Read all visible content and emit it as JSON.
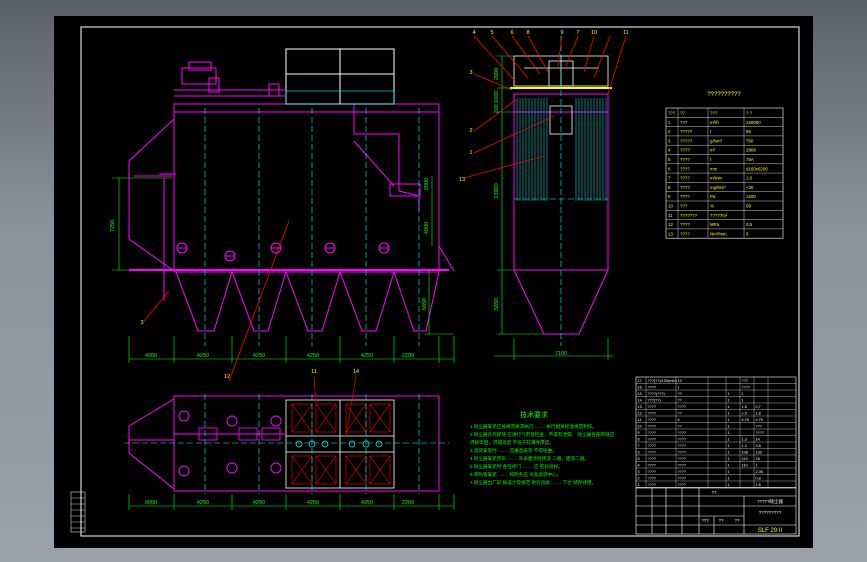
{
  "drawing": {
    "parameter_table_title": "??????????",
    "parameter_table": [
      [
        "???",
        "??",
        "???",
        "?  ?"
      ],
      [
        "1",
        "???",
        "m³/h",
        "150000"
      ],
      [
        "2",
        "?????",
        "t",
        "95"
      ],
      [
        "3",
        "?????",
        "g/Nm³",
        "750"
      ],
      [
        "4",
        "????",
        "m²",
        "2908"
      ],
      [
        "5",
        "????",
        "t",
        "78A"
      ],
      [
        "6",
        "????",
        "mm",
        "d160x6200"
      ],
      [
        "7",
        "????",
        "m/min",
        "1.0"
      ],
      [
        "8",
        "????",
        "mg/Nm³",
        "<30"
      ],
      [
        "9",
        "????",
        "Pa",
        "1500"
      ],
      [
        "10",
        "???",
        "%",
        "99"
      ],
      [
        "11",
        "???????",
        "?????m²",
        ""
      ],
      [
        "12",
        "????",
        "MPa",
        "0.5"
      ],
      [
        "13",
        "????",
        "Nm³/min",
        "6"
      ]
    ],
    "plan_dims": [
      "9000",
      "4250",
      "4250",
      "4250",
      "4250",
      "2200"
    ],
    "front_bottom_dims": [
      "4000",
      "4250",
      "4250",
      "4250",
      "4250",
      "2200"
    ],
    "front_vertical_dims": [
      "7250",
      "5850"
    ],
    "front_right_dims": [
      "2000",
      "4000"
    ],
    "side_bottom_dim": "7100",
    "side_vertical_dims": [
      "2000",
      "200 1000",
      "13900",
      "5850"
    ],
    "side_balloons": [
      "4",
      "5",
      "6",
      "8",
      "9",
      "7",
      "10",
      "11",
      "3",
      "2",
      "1",
      "13"
    ],
    "front_balloons": [
      "3",
      "12"
    ],
    "plan_balloons": [
      "11",
      "14"
    ],
    "tech_title": "技术要求",
    "tech_notes": [
      "1.除尘器安装应按规范要求执行 ........ 执行相关标准规范制作。",
      "2.除尘器外壳焊缝 应进行气密性检查，不得有泄漏、 除尘器各部焊缝应",
      "  焊接牢固，焊缝高度 不低于较薄件厚度。",
      "3.滤袋安装时 ........ 应垂直安装 不得扭曲。",
      "4.除尘器安装完毕 ........ 外表面涂防锈漆 二遍，面漆二遍。",
      "5.除尘器安装时 各检修门 ........ 应 密封良好。",
      "6.喷吹管安装 ........ 喷吹孔应 对准滤袋中心。",
      "7.除尘器出厂前 按设计及规范 进行验收 ........ 下仓 储存待用。"
    ],
    "title_block": {
      "drawing_code": "SLF 29 II",
      "title_line1": "?????除尘器",
      "title_line2": "?????????",
      "label_a": "??",
      "scale_row": [
        "???",
        "??",
        "??"
      ]
    },
    "bom_rows": [
      [
        "17",
        "???(??)/100(min)",
        "13",
        "",
        "",
        "???",
        ""
      ],
      [
        "16",
        "????",
        "1",
        "",
        "",
        "????",
        ""
      ],
      [
        "15",
        "????(???)",
        "??",
        "",
        "1",
        "1",
        ""
      ],
      [
        "14",
        "???(??)",
        "??",
        "",
        "1",
        "1",
        ""
      ],
      [
        "13",
        "????",
        "????",
        "",
        "1",
        "1.5",
        "0.7"
      ],
      [
        "12",
        "????",
        "??",
        "",
        "1",
        "1.5",
        "1.8"
      ],
      [
        "11",
        "????",
        "4",
        "",
        "1",
        "4.79",
        "4.79"
      ],
      [
        "10",
        "????",
        "??",
        "",
        "1",
        "",
        "???"
      ],
      [
        "9",
        "????",
        "????",
        "",
        "1",
        "",
        "????"
      ],
      [
        "8",
        "????",
        "????",
        "",
        "1",
        "1.3",
        "14"
      ],
      [
        "7",
        "????",
        "????",
        "",
        "1",
        "1.3",
        "3.8"
      ],
      [
        "6",
        "????",
        "????",
        "",
        "1",
        "108",
        "133"
      ],
      [
        "5",
        "????",
        "????",
        "",
        "1",
        "113",
        "78"
      ],
      [
        "4",
        "????",
        "????",
        "",
        "1",
        "110",
        "1"
      ],
      [
        "3",
        "????",
        "????",
        "",
        "1",
        "",
        "2.06"
      ],
      [
        "2",
        "????",
        "????",
        "",
        "1",
        "",
        "0.8"
      ],
      [
        "1",
        "????",
        "????",
        "",
        "1",
        "",
        "1.6"
      ]
    ]
  },
  "colors": {
    "background": "#000000",
    "frame": "#ffffff",
    "structure": "#ff00ff",
    "centerline": "#00ffff",
    "dimension": "#00ff00",
    "leader": "#ff0000",
    "annotation": "#ffff00"
  }
}
